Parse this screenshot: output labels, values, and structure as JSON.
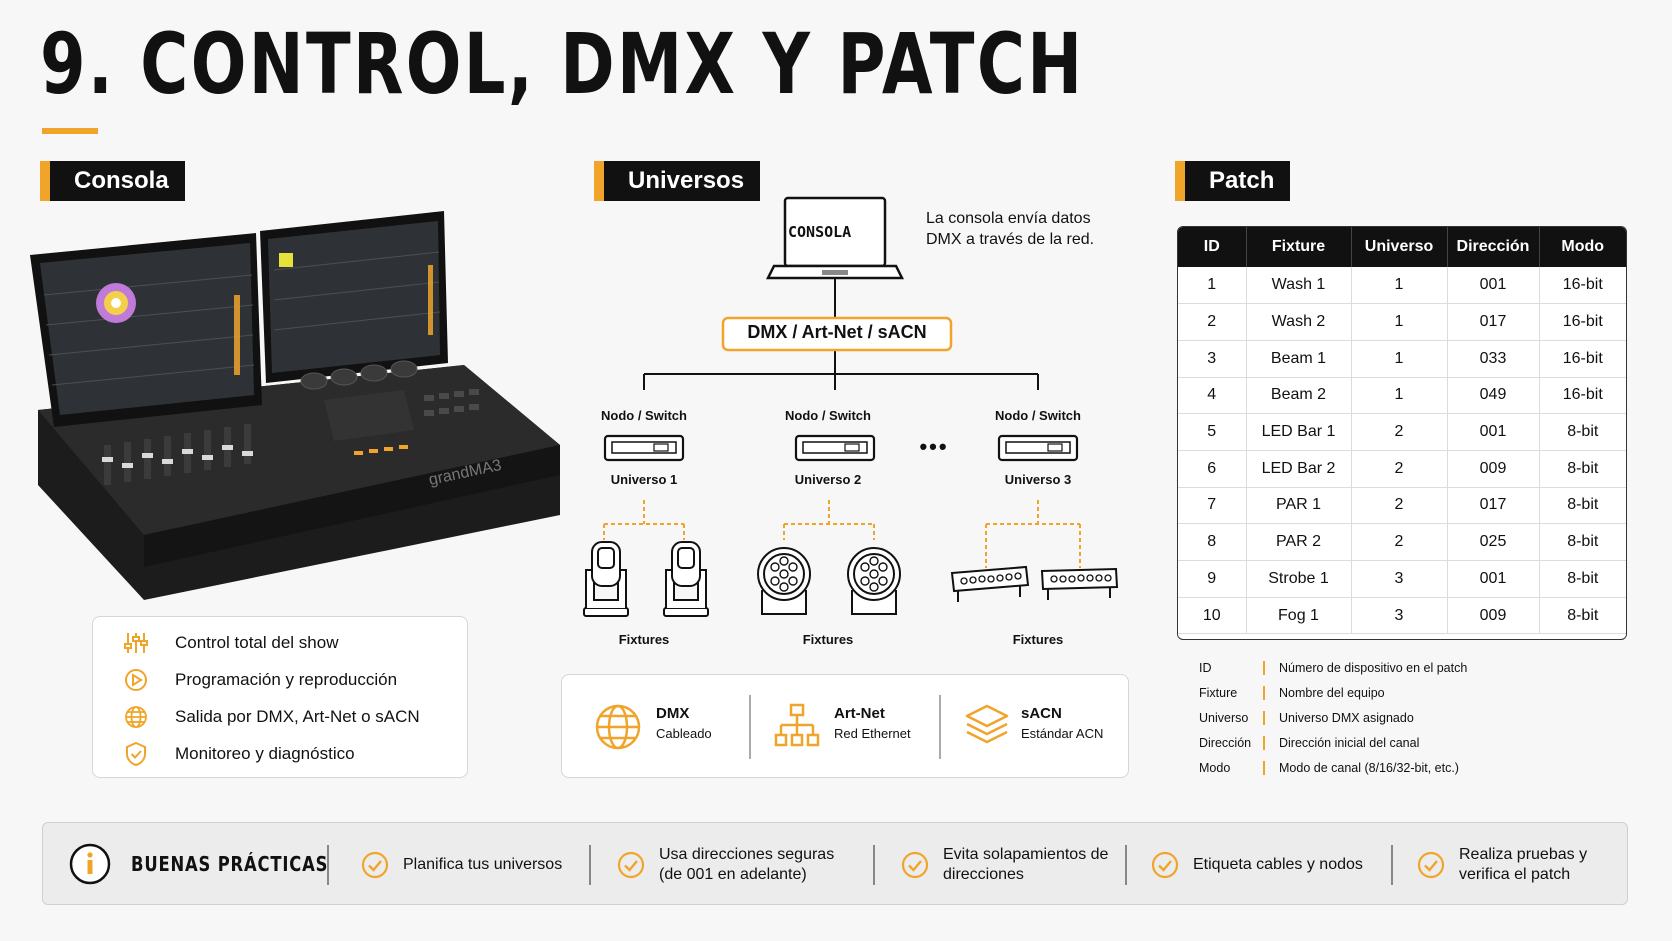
{
  "title": "9. CONTROL, DMX Y PATCH",
  "sections": {
    "console": "Consola",
    "universes": "Universos",
    "patch": "Patch"
  },
  "console": {
    "brand": "grandMA3",
    "features": [
      {
        "icon": "sliders-icon",
        "label": "Control total del show"
      },
      {
        "icon": "play-icon",
        "label": "Programación y reproducción"
      },
      {
        "icon": "globe-icon",
        "label": "Salida por DMX, Art-Net o sACN"
      },
      {
        "icon": "shield-check-icon",
        "label": "Monitoreo y diagnóstico"
      }
    ]
  },
  "universes": {
    "laptop_label": "CONSOLA",
    "note": "La consola envía datos DMX a través de la red.",
    "protocol_box": "DMX / Art-Net / sACN",
    "node_label": "Nodo / Switch",
    "nodes": [
      "Universo 1",
      "Universo 2",
      "Universo 3"
    ],
    "ellipsis": "•••",
    "fixtures_label": "Fixtures",
    "protocols": [
      {
        "icon": "globe-icon",
        "name": "DMX",
        "desc": "Cableado"
      },
      {
        "icon": "network-icon",
        "name": "Art-Net",
        "desc": "Red Ethernet"
      },
      {
        "icon": "layers-icon",
        "name": "sACN",
        "desc": "Estándar ACN"
      }
    ]
  },
  "patch": {
    "columns": [
      "ID",
      "Fixture",
      "Universo",
      "Dirección",
      "Modo"
    ],
    "rows": [
      [
        "1",
        "Wash 1",
        "1",
        "001",
        "16-bit"
      ],
      [
        "2",
        "Wash 2",
        "1",
        "017",
        "16-bit"
      ],
      [
        "3",
        "Beam 1",
        "1",
        "033",
        "16-bit"
      ],
      [
        "4",
        "Beam 2",
        "1",
        "049",
        "16-bit"
      ],
      [
        "5",
        "LED Bar 1",
        "2",
        "001",
        "8-bit"
      ],
      [
        "6",
        "LED Bar 2",
        "2",
        "009",
        "8-bit"
      ],
      [
        "7",
        "PAR 1",
        "2",
        "017",
        "8-bit"
      ],
      [
        "8",
        "PAR 2",
        "2",
        "025",
        "8-bit"
      ],
      [
        "9",
        "Strobe 1",
        "3",
        "001",
        "8-bit"
      ],
      [
        "10",
        "Fog 1",
        "3",
        "009",
        "8-bit"
      ]
    ],
    "legend": [
      {
        "key": "ID",
        "value": "Número de dispositivo en el patch"
      },
      {
        "key": "Fixture",
        "value": "Nombre del equipo"
      },
      {
        "key": "Universo",
        "value": "Universo DMX asignado"
      },
      {
        "key": "Dirección",
        "value": "Dirección inicial del canal"
      },
      {
        "key": "Modo",
        "value": "Modo de canal (8/16/32-bit, etc.)"
      }
    ]
  },
  "best_practices": {
    "title": "BUENAS PRÁCTICAS",
    "items": [
      "Planifica tus universos",
      "Usa direcciones seguras (de 001 en adelante)",
      "Evita solapamientos de direcciones",
      "Etiqueta cables y nodos",
      "Realiza pruebas y verifica el patch"
    ]
  },
  "colors": {
    "accent": "#f0a52a",
    "dark": "#111111"
  }
}
